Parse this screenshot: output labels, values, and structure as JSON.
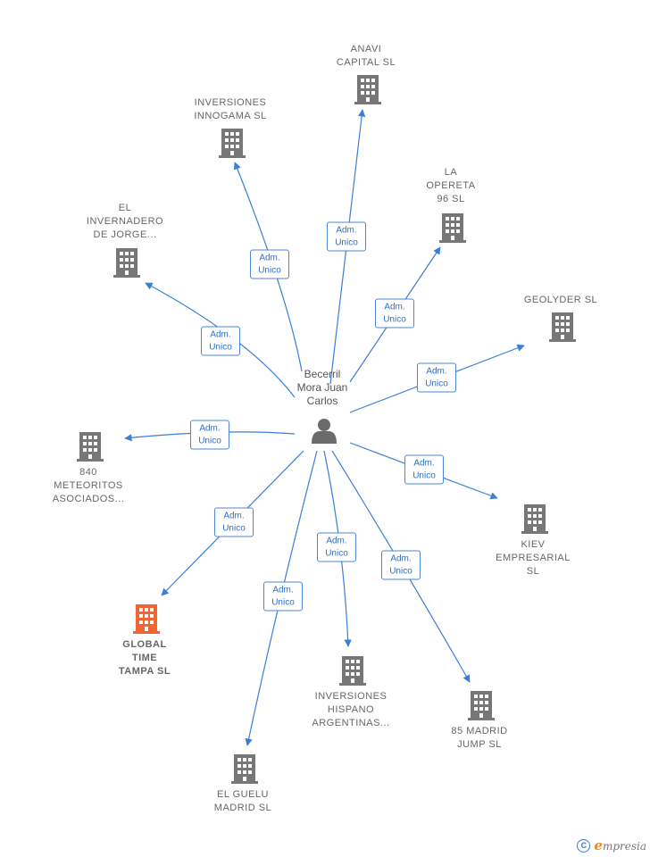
{
  "center": {
    "label_lines": [
      "Becerril",
      "Mora Juan",
      "Carlos"
    ],
    "icon": "person-icon"
  },
  "edge_label": [
    "Adm.",
    "Unico"
  ],
  "nodes": [
    {
      "id": "anavi",
      "lines": [
        "ANAVI",
        "CAPITAL  SL"
      ],
      "highlight": false
    },
    {
      "id": "innogama",
      "lines": [
        "INVERSIONES",
        "INNOGAMA  SL"
      ],
      "highlight": false
    },
    {
      "id": "opereta",
      "lines": [
        "LA",
        "OPERETA",
        "96 SL"
      ],
      "highlight": false
    },
    {
      "id": "invernadero",
      "lines": [
        "EL",
        "INVERNADERO",
        "DE JORGE..."
      ],
      "highlight": false
    },
    {
      "id": "geolyder",
      "lines": [
        "GEOLYDER  SL"
      ],
      "highlight": false
    },
    {
      "id": "meteoritos",
      "lines": [
        "840",
        "METEORITOS",
        "ASOCIADOS..."
      ],
      "highlight": false
    },
    {
      "id": "kiev",
      "lines": [
        "KIEV",
        "EMPRESARIAL",
        "SL"
      ],
      "highlight": false
    },
    {
      "id": "global",
      "lines": [
        "GLOBAL",
        "TIME",
        "TAMPA  SL"
      ],
      "highlight": true
    },
    {
      "id": "hispano",
      "lines": [
        "INVERSIONES",
        "HISPANO",
        "ARGENTINAS..."
      ],
      "highlight": false
    },
    {
      "id": "madridjump",
      "lines": [
        "85 MADRID",
        "JUMP  SL"
      ],
      "highlight": false
    },
    {
      "id": "guelu",
      "lines": [
        "EL GUELU",
        "MADRID  SL"
      ],
      "highlight": false
    }
  ],
  "colors": {
    "edge": "#3a7fd5",
    "building": "#777777",
    "building_highlight": "#f26532",
    "person": "#6b6b6b"
  },
  "footer": {
    "brand_initial": "e",
    "brand_rest": "mpresia",
    "copyright_symbol": "C"
  }
}
